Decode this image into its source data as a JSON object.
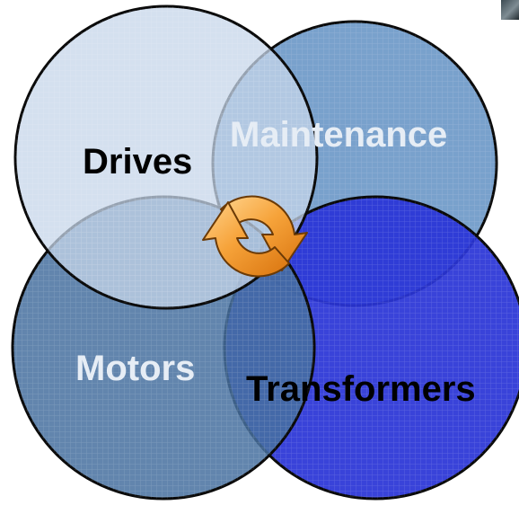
{
  "diagram": {
    "labels": {
      "drives": "Drives",
      "maintenance": "Maintenance",
      "motors": "Motors",
      "transformers": "Transformers"
    },
    "colors": {
      "drives_fill": "#c6d6e9",
      "maintenance_fill": "#6a97c6",
      "motors_fill": "#46709f",
      "transformers_fill": "#2a35d6",
      "outline": "#0a0a0a",
      "cycle_arrow": "#f29a2e",
      "dark_label": "#000000",
      "light_label": "#e6edf5"
    },
    "center_icon": "circular-refresh-arrows-icon"
  }
}
